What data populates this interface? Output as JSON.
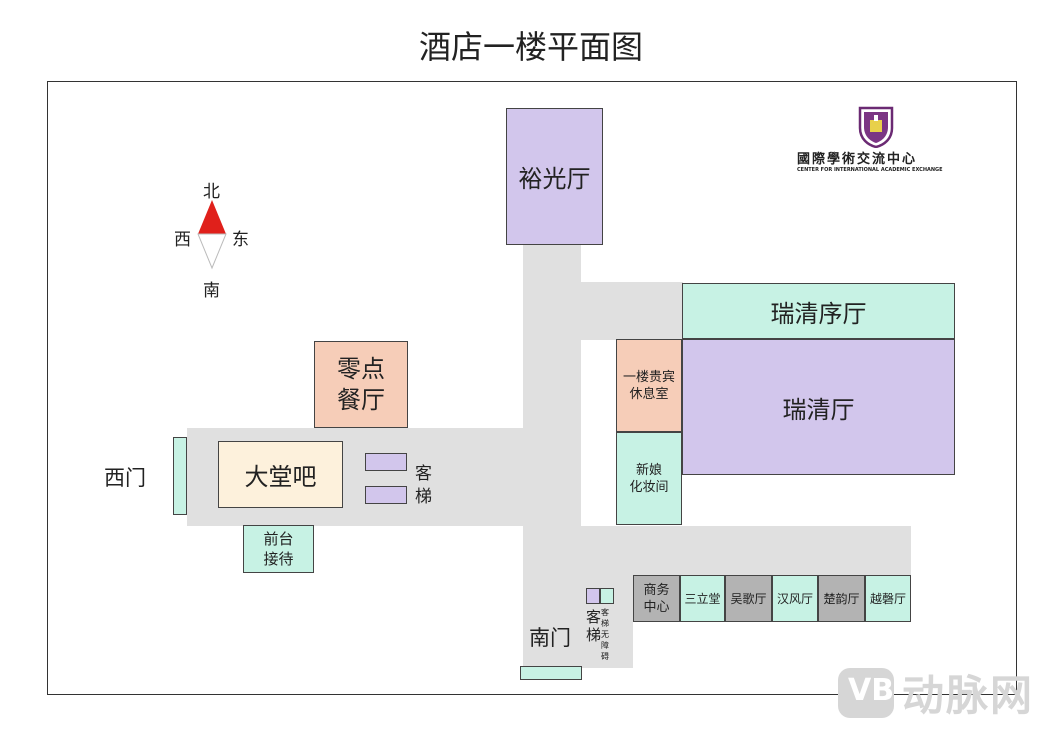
{
  "title": "酒店一楼平面图",
  "compass": {
    "north": "北",
    "south": "南",
    "east": "东",
    "west": "西"
  },
  "logo": {
    "name": "國際學術交流中心",
    "subtitle": "CENTER FOR INTERNATIONAL ACADEMIC EXCHANGE"
  },
  "rooms": {
    "yuguang": "裕光厅",
    "ruiqingxu": "瑞清序厅",
    "ruiqing": "瑞清厅",
    "vip_line1": "一楼贵宾",
    "vip_line2": "休息室",
    "bride_line1": "新娘",
    "bride_line2": "化妆间",
    "lingdian_line1": "零点",
    "lingdian_line2": "餐厅",
    "lobby_bar": "大堂吧",
    "reception_line1": "前台",
    "reception_line2": "接待",
    "business_line1": "商务",
    "business_line2": "中心",
    "sanlitang": "三立堂",
    "wuge": "吴歌厅",
    "hanfeng": "汉风厅",
    "chuyun": "楚韵厅",
    "yueqing": "越磬厅"
  },
  "labels": {
    "west_gate": "西门",
    "south_gate": "南门",
    "elevator_1": "客",
    "elevator_2": "梯",
    "elevator_south_1": "客",
    "elevator_south_2": "梯",
    "accessible_elevator": "客梯无障碍"
  },
  "watermark": {
    "badge": "VB",
    "text": "动脉网"
  }
}
